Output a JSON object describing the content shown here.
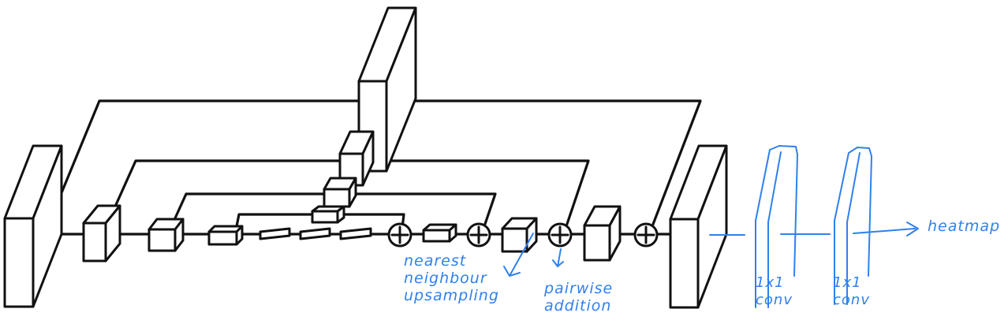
{
  "annotations": {
    "upsampling": "nearest\nneighbour\nupsampling",
    "addition": "pairwise\naddition",
    "conv_a": "1x1\nconv",
    "conv_b": "1x1\nconv",
    "output": "heatmap"
  },
  "colors": {
    "ink": "#111111",
    "annotation": "#2f80ed",
    "background": "#ffffff"
  }
}
